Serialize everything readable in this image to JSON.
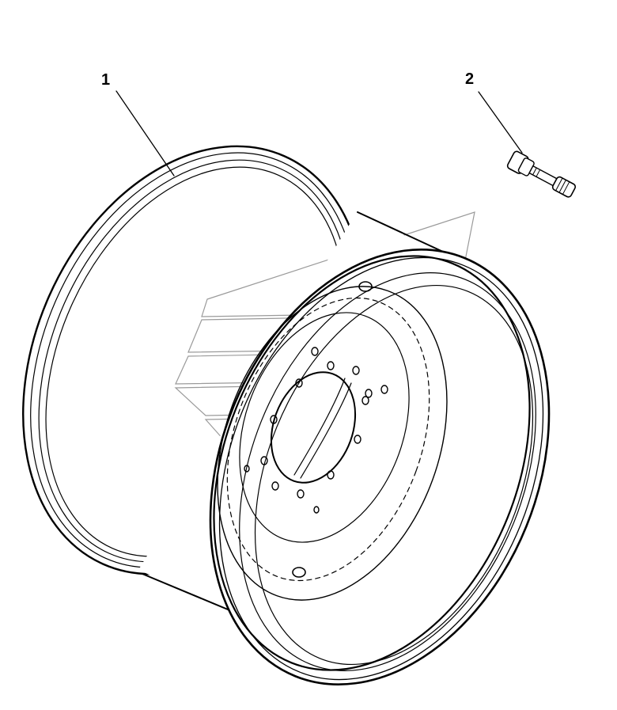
{
  "diagram": {
    "callouts": [
      {
        "id": "1",
        "label": "1"
      },
      {
        "id": "2",
        "label": "2"
      }
    ],
    "parts": {
      "wheel_rim": "wheel-rim",
      "valve": "tire-valve"
    }
  }
}
